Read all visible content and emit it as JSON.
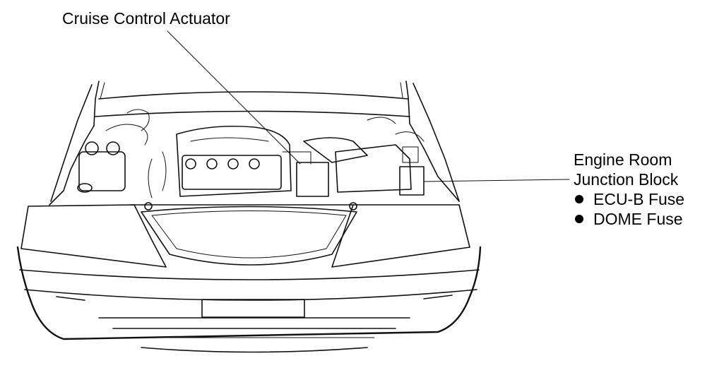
{
  "labels": {
    "actuator": "Cruise Control Actuator",
    "junction_block_line1": "Engine Room",
    "junction_block_line2": "Junction Block",
    "fuses": [
      "ECU-B Fuse",
      "DOME Fuse"
    ]
  }
}
